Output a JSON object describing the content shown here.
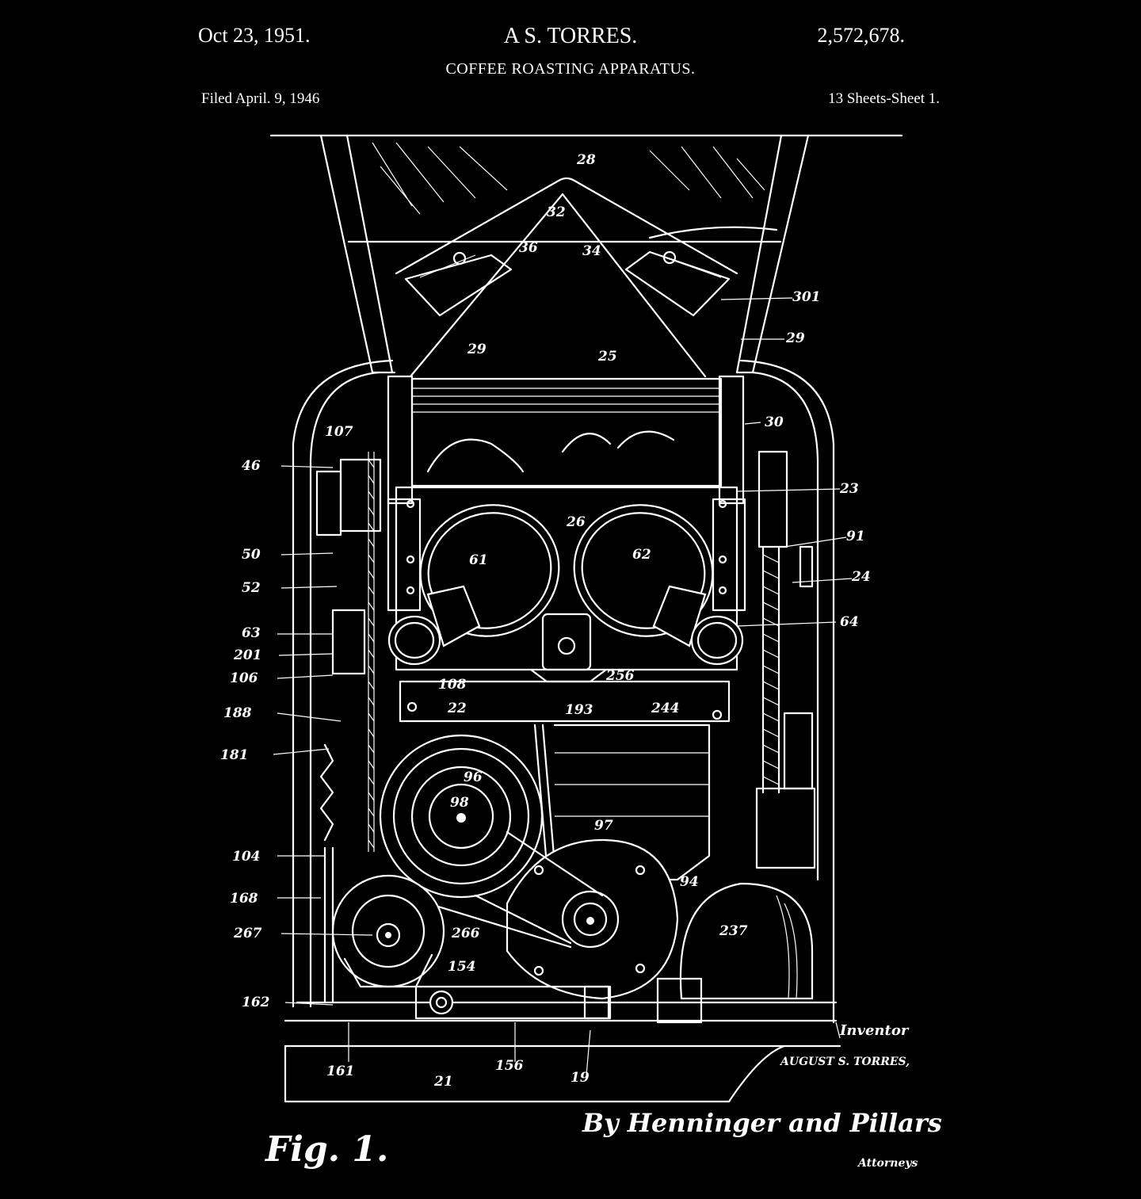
{
  "header": {
    "date": "Oct 23, 1951.",
    "inventor": "A S. TORRES.",
    "patent_number": "2,572,678.",
    "title": "COFFEE ROASTING APPARATUS.",
    "filed": "Filed April. 9, 1946",
    "sheets": "13 Sheets-Sheet 1."
  },
  "figure": {
    "label": "Fig. 1.",
    "inventor_caption": "Inventor",
    "inventor_full_name": "AUGUST S. TORRES,",
    "attorneys": "By Henninger and Pillars",
    "attorneys_caption": "Attorneys"
  },
  "reference_numerals": {
    "n28": "28",
    "n32": "32",
    "n36": "36",
    "n34": "34",
    "n301": "301",
    "n29a": "29",
    "n29b": "29",
    "n25": "25",
    "n107": "107",
    "n30": "30",
    "n46": "46",
    "n23": "23",
    "n26": "26",
    "n61": "61",
    "n62": "62",
    "n91": "91",
    "n50": "50",
    "n24": "24",
    "n52": "52",
    "n64": "64",
    "n63": "63",
    "n201": "201",
    "n106": "106",
    "n108": "108",
    "n256": "256",
    "n22": "22",
    "n193": "193",
    "n244": "244",
    "n188": "188",
    "n181": "181",
    "n96": "96",
    "n98": "98",
    "n97": "97",
    "n104": "104",
    "n94": "94",
    "n168": "168",
    "n237": "237",
    "n267": "267",
    "n266": "266",
    "n154": "154",
    "n162": "162",
    "n161": "161",
    "n156": "156",
    "n21": "21",
    "n19": "19"
  }
}
